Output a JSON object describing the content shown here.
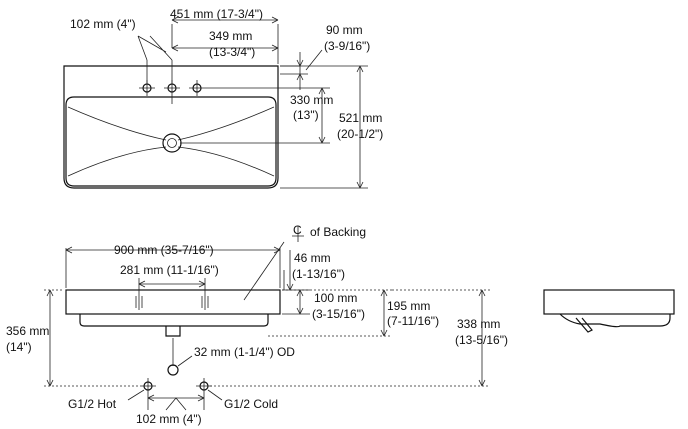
{
  "top_view": {
    "dim_hole_spacing": "102 mm (4\")",
    "dim_width": "451 mm (17-3/4\")",
    "dim_inner_1": "349 mm",
    "dim_inner_2": "(13-3/4\")",
    "dim_back_1": "90 mm",
    "dim_back_2": "(3-9/16\")",
    "dim_drain_1": "330 mm",
    "dim_drain_2": "(13\")",
    "dim_depth_1": "521 mm",
    "dim_depth_2": "(20-1/2\")"
  },
  "front_view": {
    "dim_length": "900 mm (35-7/16\")",
    "backing_label": "of Backing",
    "centerline_symbol": "C",
    "dim_mount_spacing": "281 mm (11-1/16\")",
    "dim_a_1": "46 mm",
    "dim_a_2": "(1-13/16\")",
    "dim_b_1": "100 mm",
    "dim_b_2": "(3-15/16\")",
    "dim_c_1": "195 mm",
    "dim_c_2": "(7-11/16\")",
    "dim_d_1": "338 mm",
    "dim_d_2": "(13-5/16\")",
    "dim_e_1": "356 mm",
    "dim_e_2": "(14\")",
    "dim_drain_od": "32 mm (1-1/4\") OD",
    "hot_label": "G1/2 Hot",
    "cold_label": "G1/2 Cold",
    "dim_supply_spacing": "102 mm (4\")"
  }
}
